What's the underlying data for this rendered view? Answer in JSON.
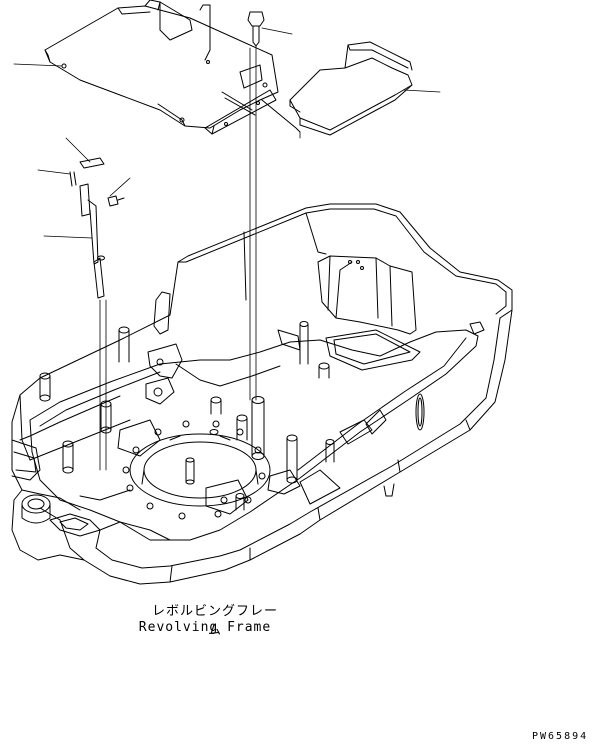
{
  "figure": {
    "part_name_jp": "レボルビングフレーム",
    "part_name_en": "Revolving Frame",
    "drawing_number": "PW65894"
  },
  "colors": {
    "line": "#000000",
    "background": "#ffffff"
  }
}
